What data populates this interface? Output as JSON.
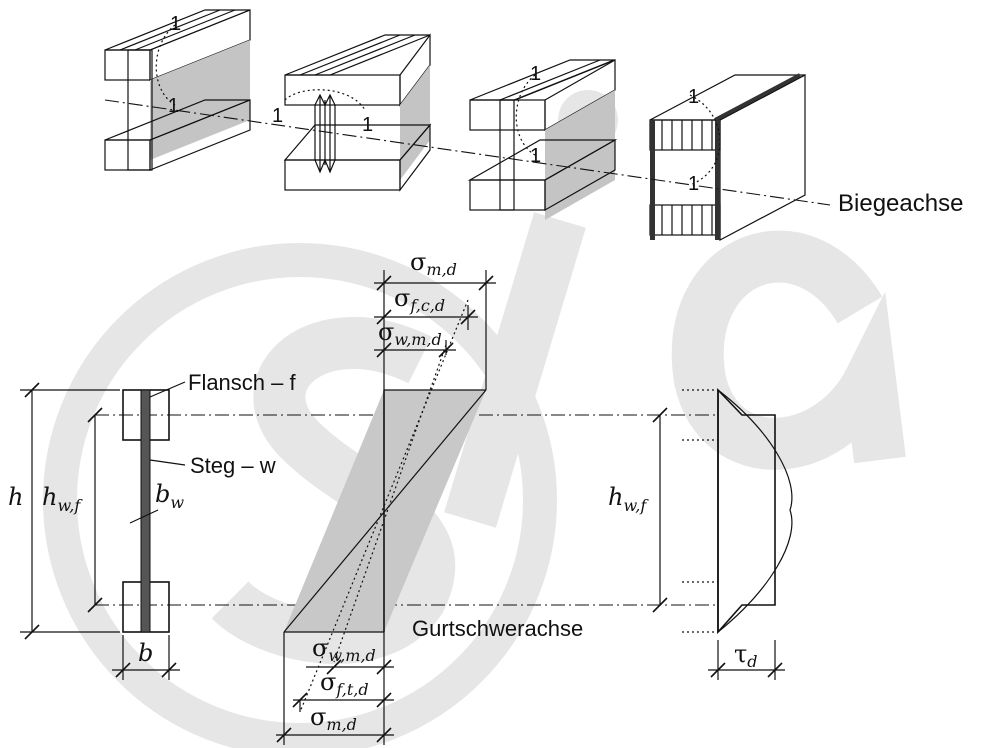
{
  "watermark": {
    "text": "©sia",
    "color": "#e6e6e6"
  },
  "colors": {
    "line": "#111111",
    "beam_face": "#dcdcdc",
    "beam_side": "#c4c4c4",
    "web": "#7a7a7a",
    "stress_fill": "#c8c8c8"
  },
  "top": {
    "section_mark": "1",
    "bending_axis_label": "Biegeachse"
  },
  "labels": {
    "flange": "Flansch – f",
    "web": "Steg – w",
    "flange_centroid_axis": "Gurtschwerachse"
  },
  "dimensions": {
    "h": {
      "main": "h",
      "sub": ""
    },
    "h_wf_left": {
      "main": "h",
      "sub": "w,f"
    },
    "h_wf_right": {
      "main": "h",
      "sub": "w,f"
    },
    "b": {
      "main": "b",
      "sub": ""
    },
    "b_w": {
      "main": "b",
      "sub": "w"
    },
    "tau_d": {
      "main": "τ",
      "sub": "d"
    }
  },
  "stresses_top": [
    {
      "main": "σ",
      "sub": "m,d"
    },
    {
      "main": "σ",
      "sub": "f,c,d"
    },
    {
      "main": "σ",
      "sub": "w,m,d"
    }
  ],
  "stresses_bottom": [
    {
      "main": "σ",
      "sub": "w,m,d"
    },
    {
      "main": "σ",
      "sub": "f,t,d"
    },
    {
      "main": "σ",
      "sub": "m,d"
    }
  ]
}
